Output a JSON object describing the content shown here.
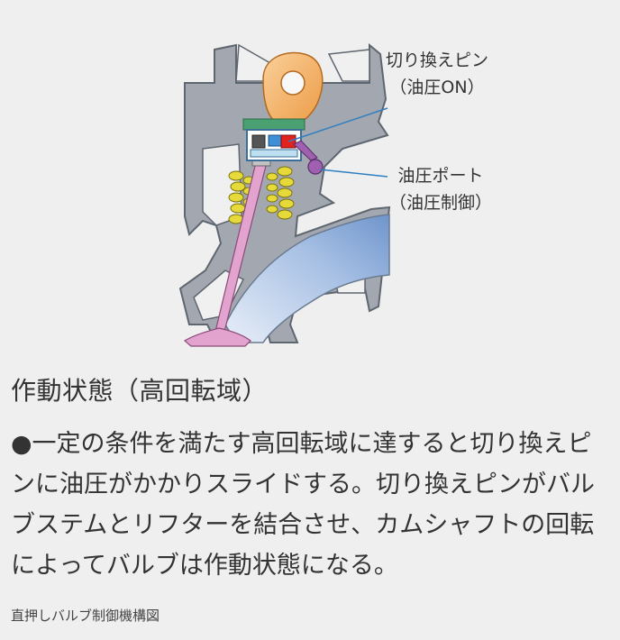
{
  "diagram": {
    "labels": {
      "switch_pin": "切り換えピン",
      "switch_pin_state": "（油圧ON）",
      "oil_port": "油圧ポート",
      "oil_port_state": "（油圧制御）"
    },
    "colors": {
      "head": "#9aa0a8",
      "head_dark": "#5e6670",
      "cam": "#f6b46a",
      "port": "#8fb0dc",
      "valve": "#e3a3cf",
      "spring": "#e6da3a",
      "pin_red": "#e2221f",
      "pin_blue": "#3f8fd6",
      "tappet_green": "#4aa070",
      "oil_port_dot": "#a060b0",
      "leader": "#2e7fc0"
    }
  },
  "section": {
    "title": "作動状態（高回転域）",
    "description": "●一定の条件を満たす高回転域に達すると切り換えピンに油圧がかかりスライドする。切り換えピンがバルブステムとリフターを結合させ、カムシャフトの回転によってバルブは作動状態になる。",
    "caption": "直押しバルブ制御機構図"
  }
}
